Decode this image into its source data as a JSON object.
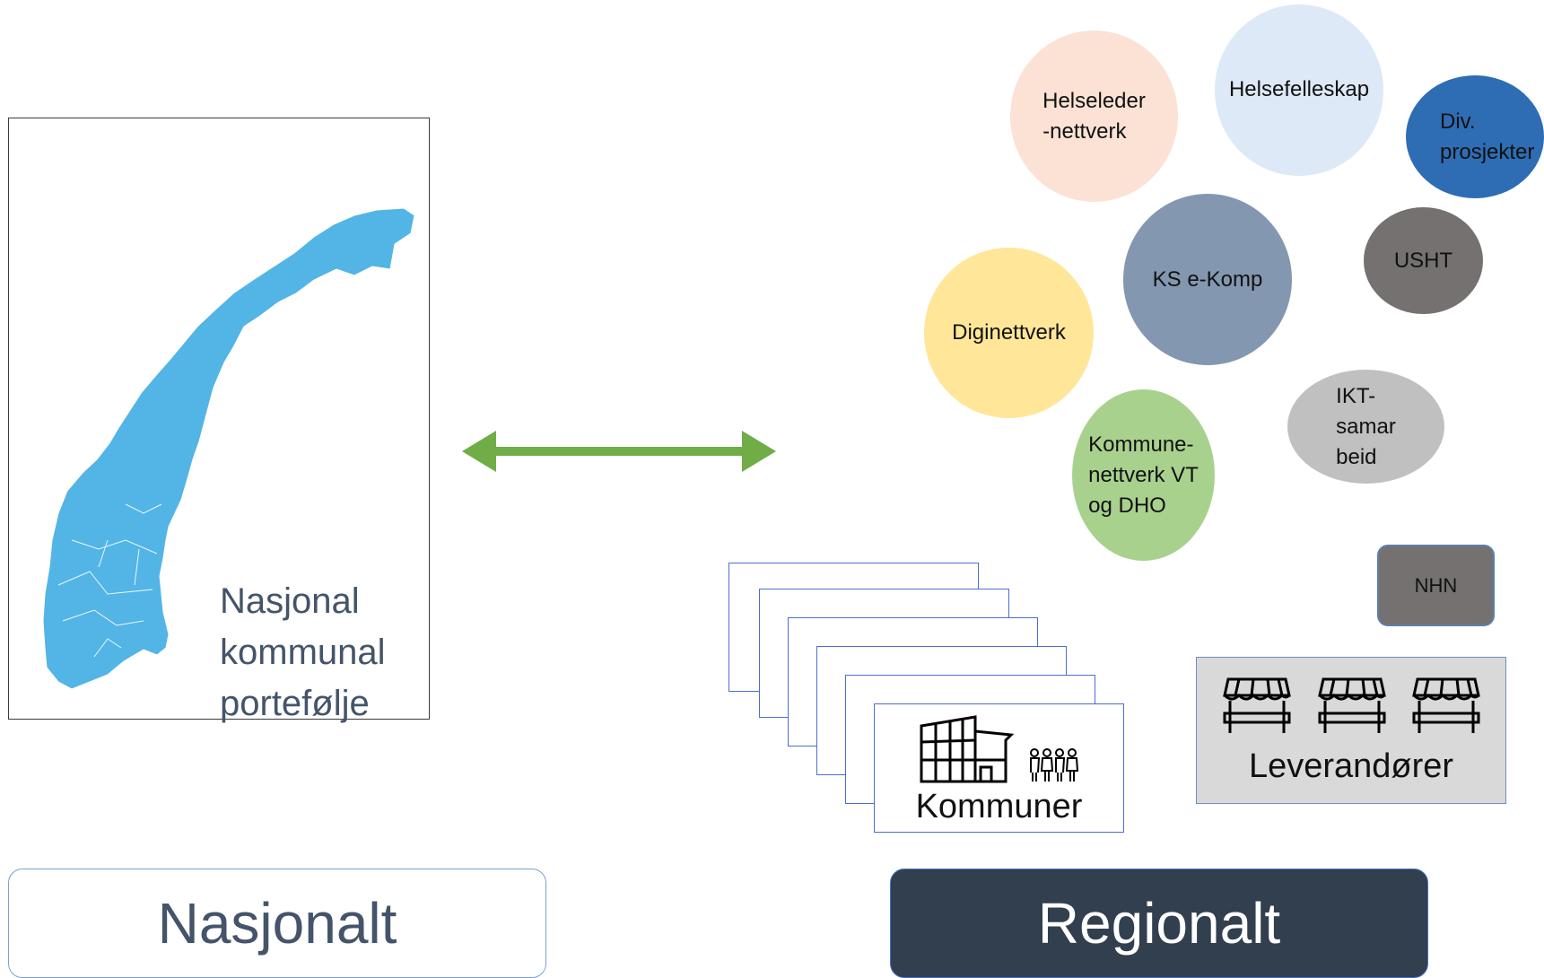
{
  "map": {
    "caption_lines": [
      "Nasjonal",
      "kommunal",
      "portefølje"
    ],
    "fill_color": "#53b4e6"
  },
  "arrow": {
    "color": "#70ad47",
    "direction": "bidirectional"
  },
  "bubbles": [
    {
      "id": "helseleder",
      "label": "Helseleder\n-nettverk",
      "color": "#fbe2d5"
    },
    {
      "id": "helsefelleskap",
      "label": "Helsefelleskap",
      "color": "#dde9f6"
    },
    {
      "id": "div-prosjekter",
      "label": "Div.\nprosjekter",
      "color": "#2e6db4"
    },
    {
      "id": "ks-ekomp",
      "label": "KS e-Komp",
      "color": "#8497b0"
    },
    {
      "id": "usht",
      "label": "USHT",
      "color": "#767171"
    },
    {
      "id": "diginettverk",
      "label": "Diginettverk",
      "color": "#ffe699"
    },
    {
      "id": "ikt-samarbeid",
      "label": "IKT-\nsamar\nbeid",
      "color": "#c0c0c0"
    },
    {
      "id": "kommunenettverk",
      "label": "Kommune-\nnettverk VT\nog DHO",
      "color": "#a9d18e"
    }
  ],
  "nhn": {
    "label": "NHN",
    "color": "#757171"
  },
  "vendors": {
    "label": "Leverandører"
  },
  "kommuner": {
    "label": "Kommuner"
  },
  "scope": {
    "national": "Nasjonalt",
    "regional": "Regionalt"
  }
}
